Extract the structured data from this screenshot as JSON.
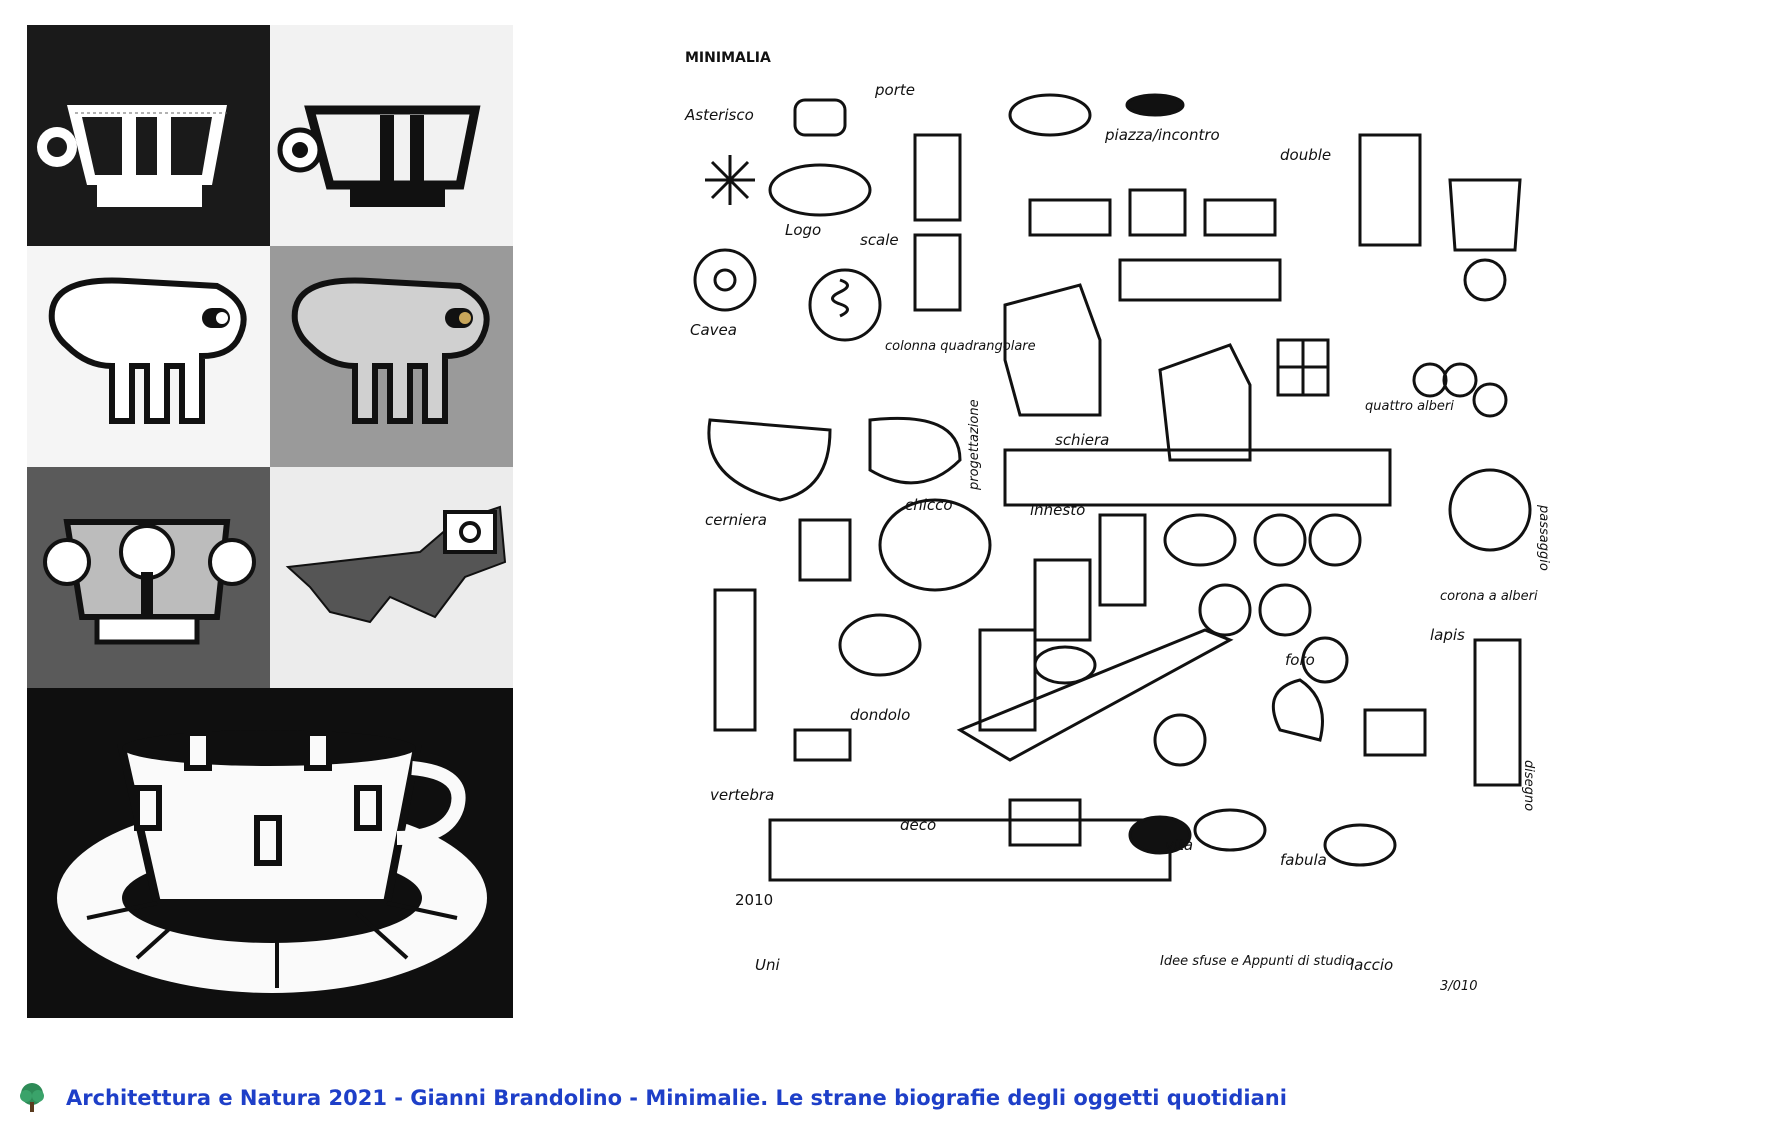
{
  "sketch": {
    "title": "MINIMALIA",
    "labels": [
      "Asterisco",
      "porte",
      "Logo",
      "scale",
      "Cavea",
      "colonna quadrangolare",
      "piazza/incontro",
      "double",
      "schiera",
      "progettazione",
      "quattro alberi",
      "cerniera",
      "chicco",
      "innesto",
      "passaggio",
      "corona a alberi",
      "foro",
      "lapis",
      "vertebra",
      "dondolo",
      "deco",
      "vita",
      "fabula",
      "disegno",
      "2010",
      "Uni",
      "Idee sfuse e Appunti di studio",
      "laccio",
      "3/010"
    ]
  },
  "footer": {
    "caption": "Architettura e Natura 2021 - Gianni Brandolino - Minimalie. Le strane biografie degli oggetti quotidiani",
    "icon": "tree-logo-icon",
    "caption_color": "#1e3fc8"
  },
  "panel": {
    "tiles": [
      {
        "name": "cup-inverted",
        "bg": "#1a1a1a"
      },
      {
        "name": "cup-outline",
        "bg": "#f2f2f2"
      },
      {
        "name": "creature-white",
        "bg": "#f5f5f5"
      },
      {
        "name": "creature-grey",
        "bg": "#9a9a9a"
      },
      {
        "name": "tree-pot",
        "bg": "#5a5a5a"
      },
      {
        "name": "flag-shape",
        "bg": "#ececec"
      },
      {
        "name": "woodcut-cup",
        "bg": "#0f0f0f"
      }
    ]
  }
}
